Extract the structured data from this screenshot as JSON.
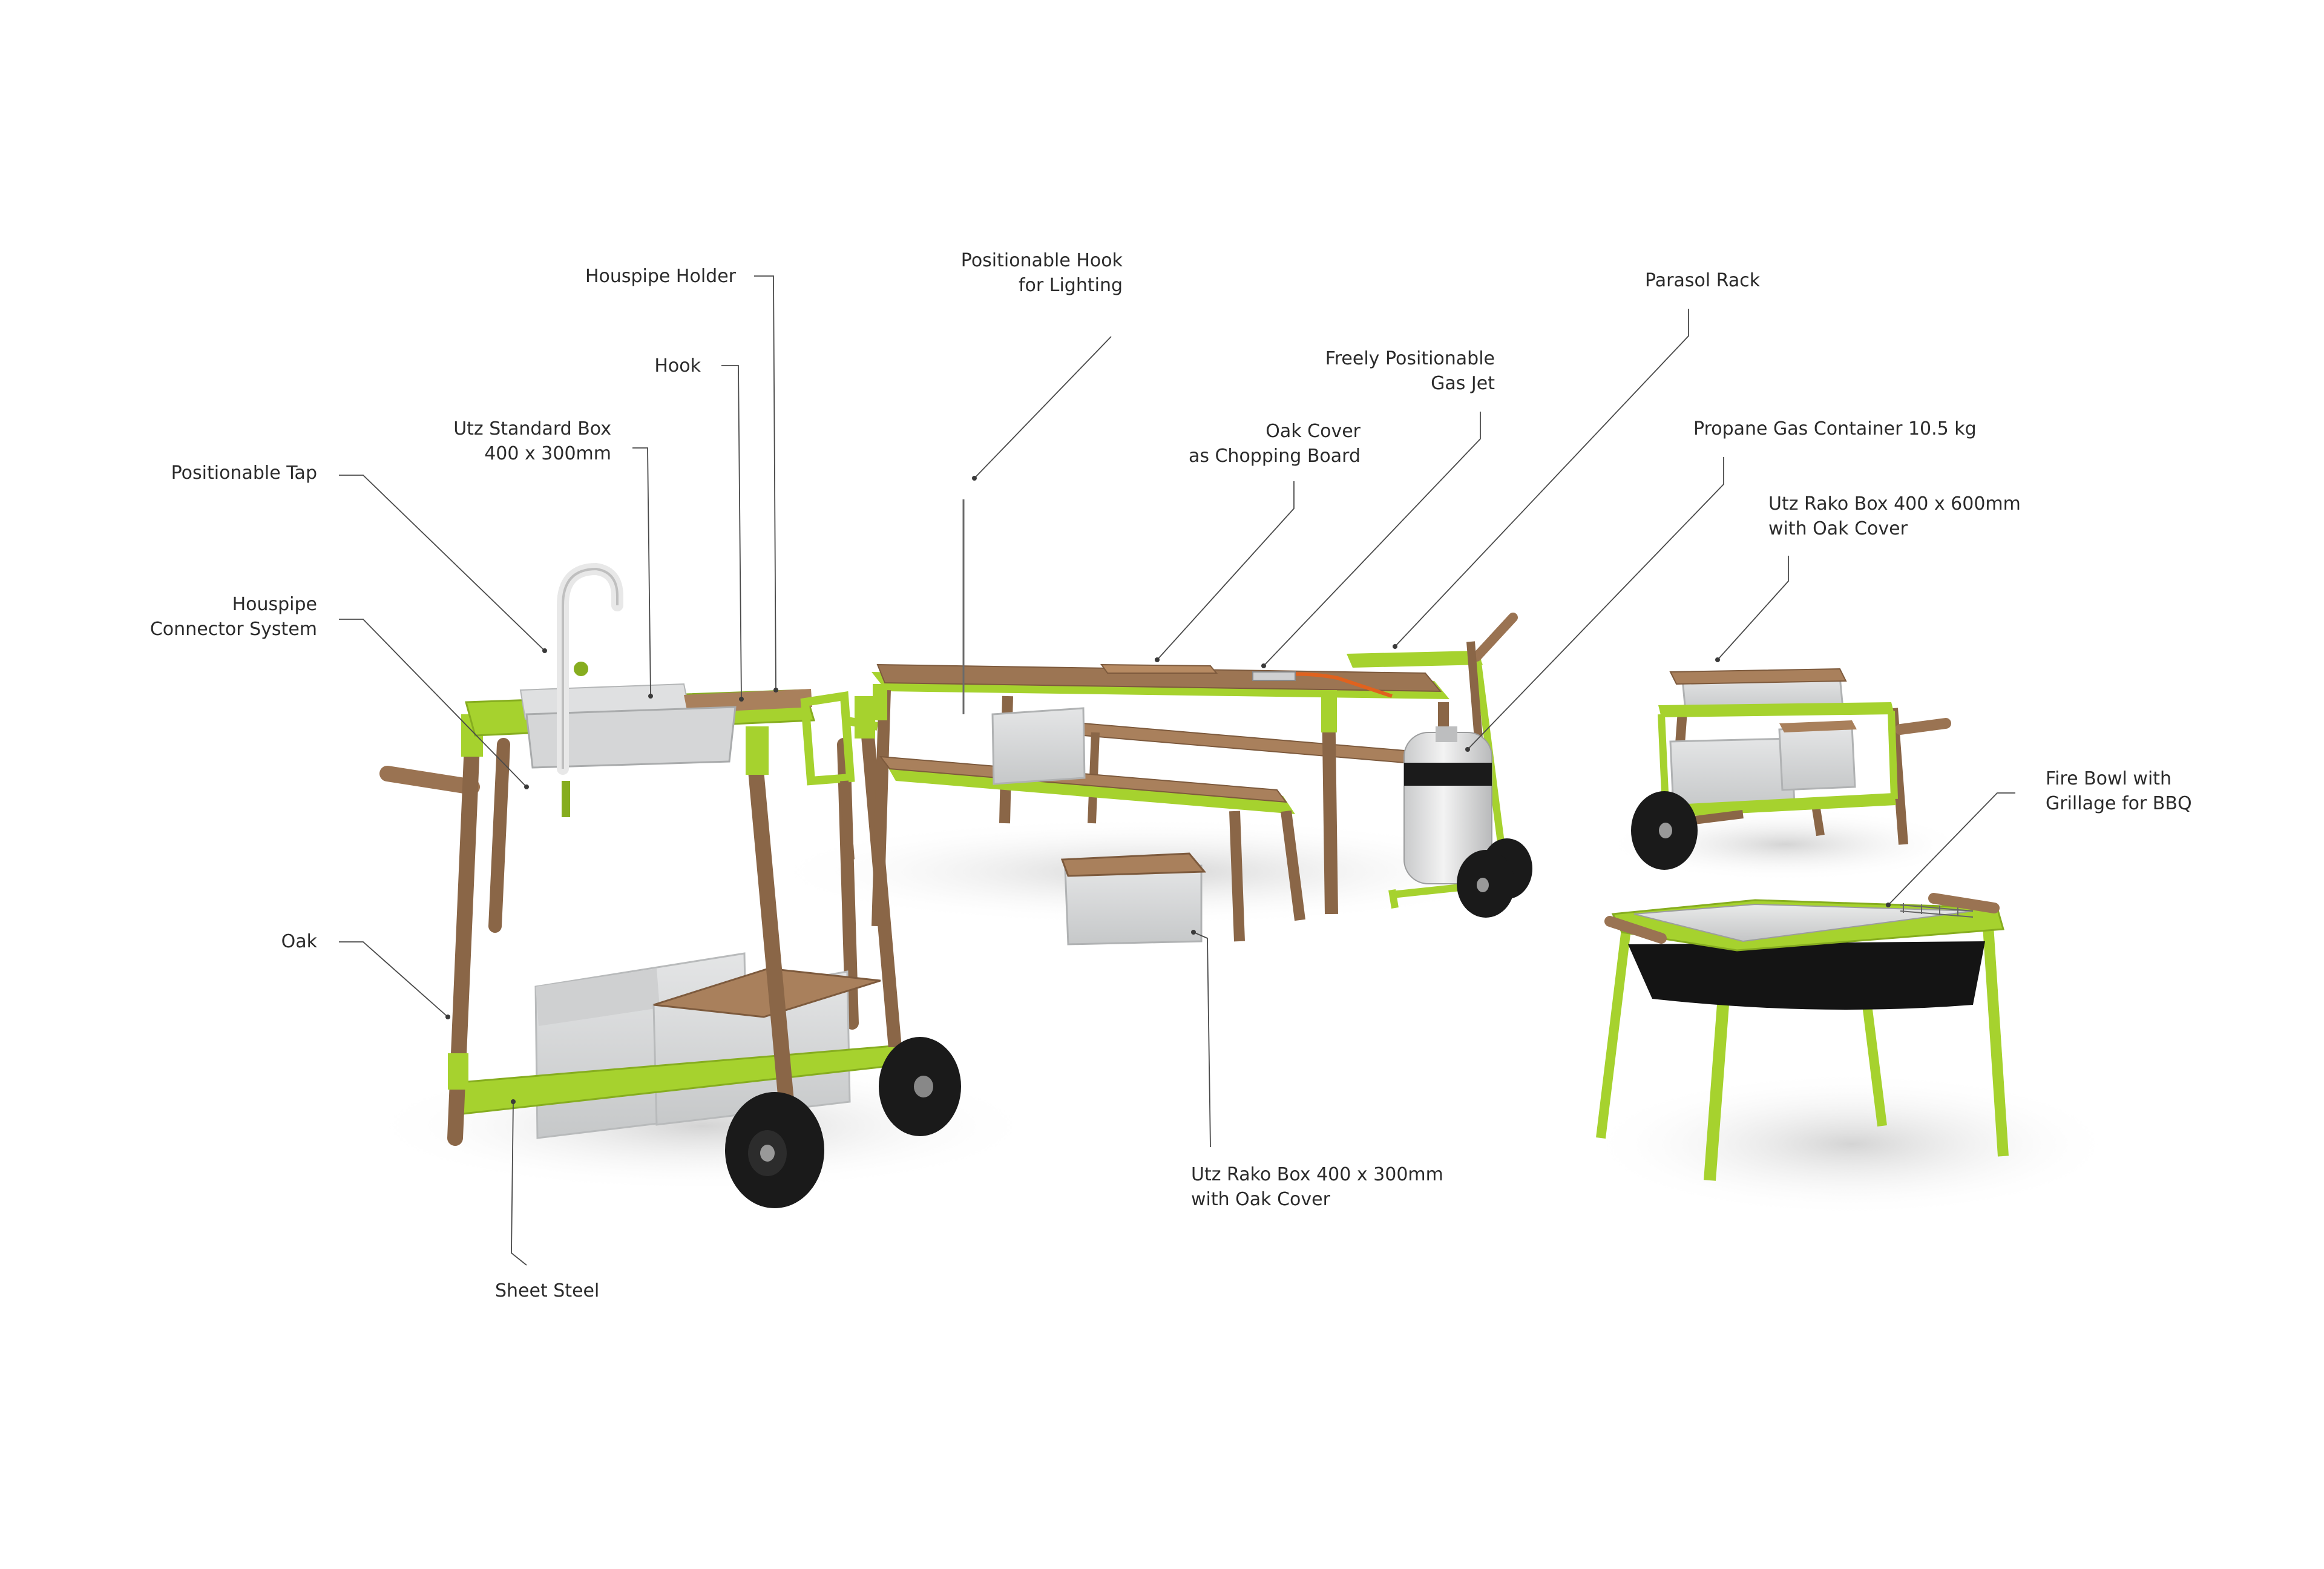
{
  "labels": {
    "positionable_tap": [
      "Positionable Tap"
    ],
    "houspipe_connector": [
      "Houspipe",
      "Connector System"
    ],
    "utz_standard_box": [
      "Utz Standard Box",
      "400 x 300mm"
    ],
    "hook": [
      "Hook"
    ],
    "houspipe_holder": [
      "Houspipe Holder"
    ],
    "hook_lighting": [
      "Positionable Hook",
      "for Lighting"
    ],
    "oak_cover_chopping": [
      "Oak Cover",
      "as Chopping Board"
    ],
    "gas_jet": [
      "Freely Positionable",
      "Gas Jet"
    ],
    "parasol_rack": [
      "Parasol Rack"
    ],
    "propane": [
      "Propane Gas Container 10.5 kg"
    ],
    "rako_600": [
      "Utz Rako Box 400 x 600mm",
      "with Oak Cover"
    ],
    "fire_bowl": [
      "Fire Bowl with",
      "Grillage for BBQ"
    ],
    "oak": [
      "Oak"
    ],
    "sheet_steel": [
      "Sheet Steel"
    ],
    "rako_300": [
      "Utz Rako Box 400 x 300mm",
      "with Oak Cover"
    ]
  },
  "colors": {
    "steel_green": "#a6d22e",
    "steel_green_dark": "#86ad1f",
    "oak": "#8a6647",
    "oak_light": "#a9805c",
    "box_grey": "#d9dadb",
    "wheel": "#1a1a1a",
    "leader": "#4a4a4a"
  }
}
